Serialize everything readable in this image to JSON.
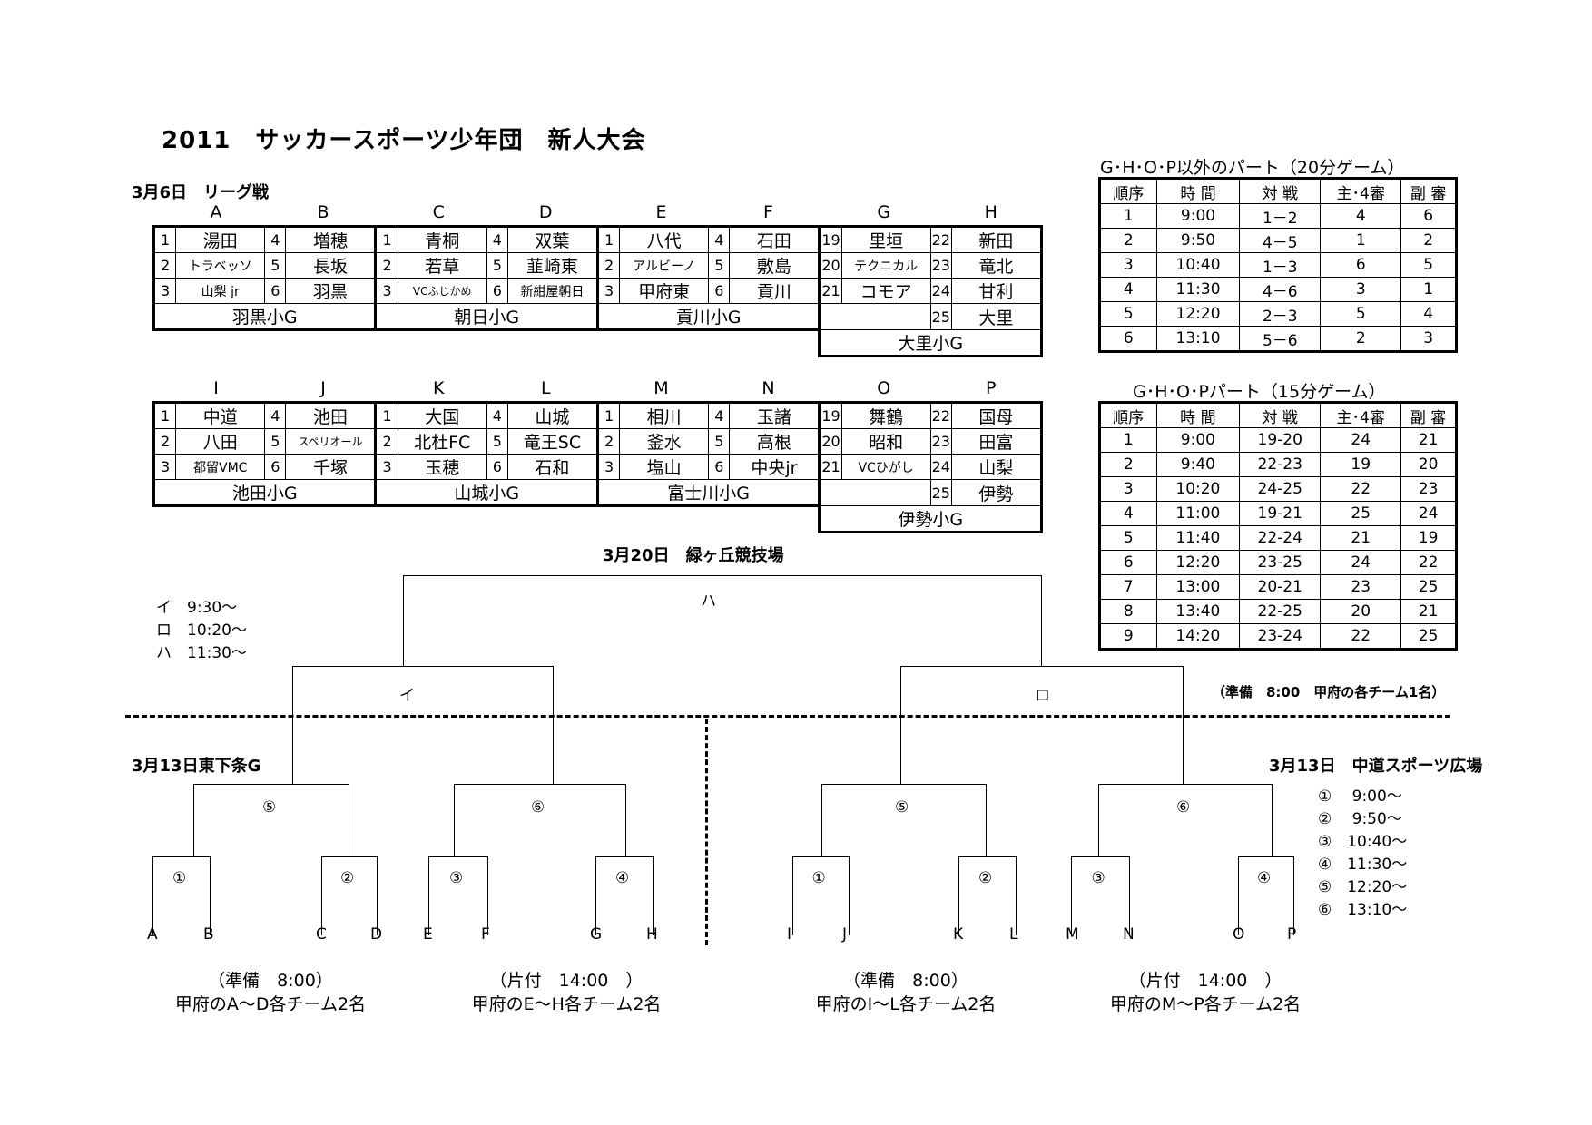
{
  "title": "2011　サッカースポーツ少年団　新人大会",
  "league_label": "3月6日　リーグ戦",
  "league_top": {
    "cols": [
      "A",
      "B",
      "C",
      "D",
      "E",
      "F",
      "G",
      "H"
    ],
    "rows": [
      [
        "1",
        "湯田",
        "4",
        "増穂",
        "1",
        "青桐",
        "4",
        "双葉",
        "1",
        "八代",
        "4",
        "石田",
        "19",
        "里垣",
        "22",
        "新田"
      ],
      [
        "2",
        "トラベッソ",
        "5",
        "長坂",
        "2",
        "若草",
        "5",
        "韮崎東",
        "2",
        "アルビーノ",
        "5",
        "敷島",
        "20",
        "テクニカル",
        "23",
        "竜北"
      ],
      [
        "3",
        "山梨 jr",
        "6",
        "羽黒",
        "3",
        "VCふじかめ",
        "6",
        "新紺屋朝日",
        "3",
        "甲府東",
        "6",
        "貢川",
        "21",
        "コモア",
        "24",
        "甘利"
      ]
    ],
    "extra": [
      "25",
      "大里"
    ],
    "grounds": [
      "羽黒小G",
      "朝日小G",
      "貢川小G",
      "大里小G"
    ]
  },
  "league_bottom": {
    "cols": [
      "I",
      "J",
      "K",
      "L",
      "M",
      "N",
      "O",
      "P"
    ],
    "rows": [
      [
        "1",
        "中道",
        "4",
        "池田",
        "1",
        "大国",
        "4",
        "山城",
        "1",
        "相川",
        "4",
        "玉諸",
        "19",
        "舞鶴",
        "22",
        "国母"
      ],
      [
        "2",
        "八田",
        "5",
        "スペリオール",
        "2",
        "北杜FC",
        "5",
        "竜王SC",
        "2",
        "釜水",
        "5",
        "高根",
        "20",
        "昭和",
        "23",
        "田富"
      ],
      [
        "3",
        "都留VMC",
        "6",
        "千塚",
        "3",
        "玉穂",
        "6",
        "石和",
        "3",
        "塩山",
        "6",
        "中央jr",
        "21",
        "VCひがし",
        "24",
        "山梨"
      ]
    ],
    "extra": [
      "25",
      "伊勢"
    ],
    "grounds": [
      "池田小G",
      "山城小G",
      "富士川小G",
      "伊勢小G"
    ]
  },
  "schedule1": {
    "caption": "G･H･O･P以外のパート（20分ゲーム）",
    "headers": [
      "順序",
      "時 間",
      "対 戦",
      "主･4審",
      "副 審"
    ],
    "rows": [
      [
        "1",
        "9:00",
        "1－2",
        "4",
        "6"
      ],
      [
        "2",
        "9:50",
        "4－5",
        "1",
        "2"
      ],
      [
        "3",
        "10:40",
        "1－3",
        "6",
        "5"
      ],
      [
        "4",
        "11:30",
        "4－6",
        "3",
        "1"
      ],
      [
        "5",
        "12:20",
        "2－3",
        "5",
        "4"
      ],
      [
        "6",
        "13:10",
        "5－6",
        "2",
        "3"
      ]
    ]
  },
  "schedule2": {
    "caption": "G･H･O･Pパート（15分ゲーム）",
    "headers": [
      "順序",
      "時 間",
      "対 戦",
      "主･4審",
      "副 審"
    ],
    "rows": [
      [
        "1",
        "9:00",
        "19-20",
        "24",
        "21"
      ],
      [
        "2",
        "9:40",
        "22-23",
        "19",
        "20"
      ],
      [
        "3",
        "10:20",
        "24-25",
        "22",
        "23"
      ],
      [
        "4",
        "11:00",
        "19-21",
        "25",
        "24"
      ],
      [
        "5",
        "11:40",
        "22-24",
        "21",
        "19"
      ],
      [
        "6",
        "12:20",
        "23-25",
        "24",
        "22"
      ],
      [
        "7",
        "13:00",
        "20-21",
        "23",
        "25"
      ],
      [
        "8",
        "13:40",
        "22-25",
        "20",
        "21"
      ],
      [
        "9",
        "14:20",
        "23-24",
        "22",
        "25"
      ]
    ]
  },
  "final": {
    "label": "3月20日　緑ヶ丘競技場",
    "times": [
      "イ　9:30～",
      "ロ　10:20～",
      "ハ　11:30～"
    ],
    "ha": "ハ",
    "i": "イ",
    "ro": "ロ",
    "prep_note": "（準備　8:00　甲府の各チーム1名）"
  },
  "left_venue": "3月13日東下条G",
  "right_venue": "3月13日　中道スポーツ広場",
  "match_times": [
    "①　 9:00～",
    "②　 9:50～",
    "③　10:40～",
    "④　11:30～",
    "⑤　12:20～",
    "⑥　13:10～"
  ],
  "circles": [
    "①",
    "②",
    "③",
    "④",
    "⑤",
    "⑥"
  ],
  "teams_left": [
    "A",
    "B",
    "C",
    "D",
    "E",
    "F",
    "G",
    "H"
  ],
  "teams_right": [
    "I",
    "J",
    "K",
    "L",
    "M",
    "N",
    "O",
    "P"
  ],
  "notes": [
    {
      "a": "（準備　8:00）",
      "b": "甲府のA～D各チーム2名"
    },
    {
      "a": "（片付　14:00　）",
      "b": "甲府のE～H各チーム2名"
    },
    {
      "a": "（準備　8:00）",
      "b": "甲府のI～L各チーム2名"
    },
    {
      "a": "（片付　14:00　）",
      "b": "甲府のM～P各チーム2名"
    }
  ]
}
